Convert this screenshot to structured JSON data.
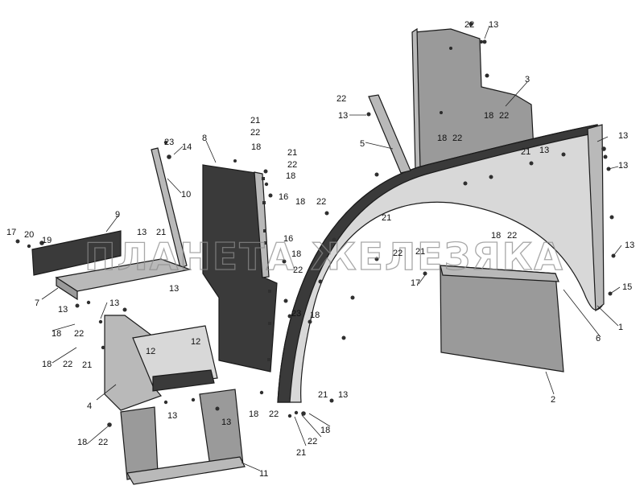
{
  "watermark": "ПЛАНЕТА ЖЕЛЕЗЯКА",
  "callouts": {
    "c1": "1",
    "c2": "2",
    "c3": "3",
    "c4": "4",
    "c5": "5",
    "c6": "6",
    "c7": "7",
    "c8": "8",
    "c9": "9",
    "c10": "10",
    "c11": "11",
    "c12": "12",
    "c13": "13",
    "c14": "14",
    "c15": "15",
    "c16": "16",
    "c17": "17",
    "c18": "18",
    "c19": "19",
    "c20": "20",
    "c21": "21",
    "c22": "22",
    "c23": "23"
  }
}
